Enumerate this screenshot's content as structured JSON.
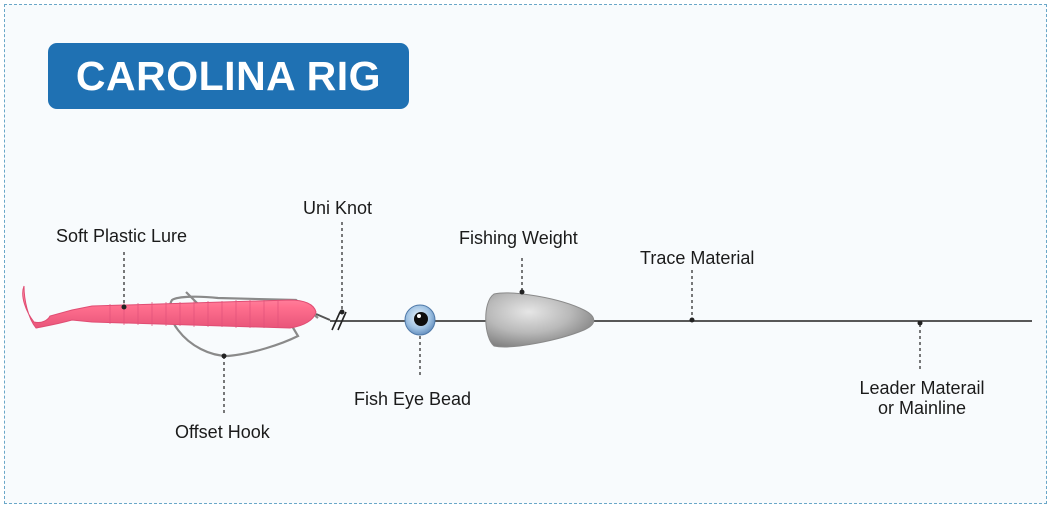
{
  "title": "CAROLINA RIG",
  "labels": {
    "soft_plastic_lure": "Soft Plastic Lure",
    "uni_knot": "Uni Knot",
    "fishing_weight": "Fishing Weight",
    "trace_material": "Trace Material",
    "fish_eye_bead": "Fish Eye Bead",
    "offset_hook": "Offset Hook",
    "leader_line1": "Leader Materail",
    "leader_line2": "or Mainline"
  },
  "colors": {
    "title_bg": "#1f71b3",
    "lure": "#ff6f8e",
    "frame_border": "#6aa7c8",
    "line": "#222222"
  },
  "icons": [
    "soft-plastic-lure-icon",
    "offset-hook-icon",
    "fish-eye-bead-icon",
    "fishing-weight-icon",
    "uni-knot-icon"
  ]
}
